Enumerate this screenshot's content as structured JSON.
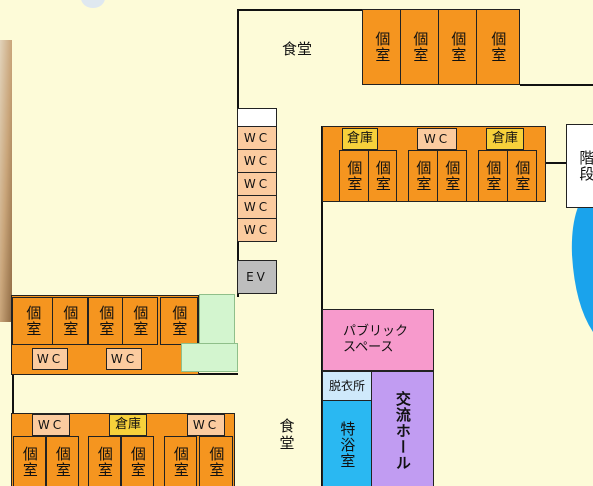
{
  "labels": {
    "dining_top": "食堂",
    "dining_bottom": "食堂",
    "private_room": "個室",
    "wc": "WC",
    "storage": "倉庫",
    "elevator": "EV",
    "stairs": "階段",
    "public_space": "パブリックスペース",
    "dressing_room": "脱衣所",
    "special_bath": "特浴室",
    "exchange_hall": "交流ホール"
  },
  "colors": {
    "background": "#fdfbd8",
    "private_room": "#f5951f",
    "wc": "#fbcb9f",
    "storage": "#f7d13b",
    "elevator": "#bdbdbd",
    "public_space": "#f79acc",
    "dressing_room": "#cfe9fb",
    "special_bath": "#2ab8f2",
    "exchange_hall": "#c19cf2",
    "annex": "#d3f5cf",
    "pond": "#1aa3ec"
  },
  "decor": {
    "left_photo": "wood-interior-photo",
    "right_shape": "blue-pond"
  }
}
